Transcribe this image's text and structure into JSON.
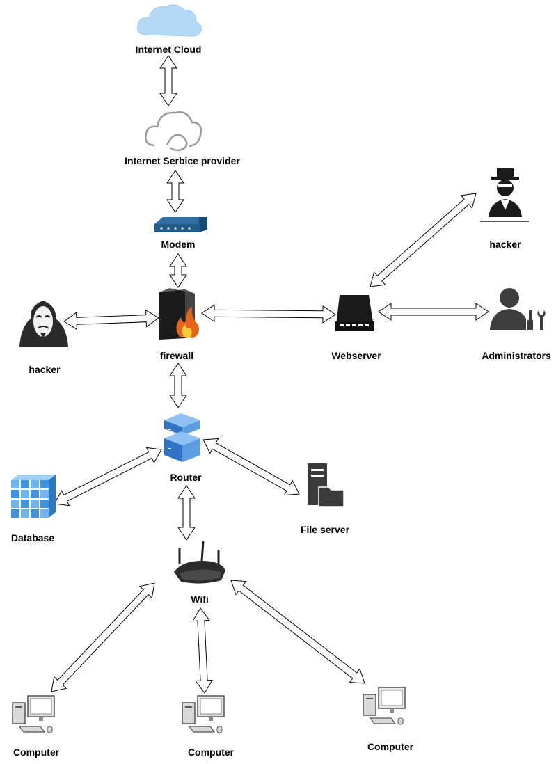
{
  "nodes": {
    "internet_cloud": {
      "label": "Internet Cloud",
      "icon": "cloud-icon"
    },
    "isp": {
      "label": "Internet Serbice provider",
      "icon": "cloud-outline-icon"
    },
    "modem": {
      "label": "Modem",
      "icon": "modem-icon"
    },
    "firewall": {
      "label": "firewall",
      "icon": "firewall-icon"
    },
    "hacker_left": {
      "label": "hacker",
      "icon": "anonymous-mask-icon"
    },
    "webserver": {
      "label": "Webserver",
      "icon": "server-icon"
    },
    "hacker_right": {
      "label": "hacker",
      "icon": "spy-icon"
    },
    "administrators": {
      "label": "Administrators",
      "icon": "admin-tools-icon"
    },
    "router": {
      "label": "Router",
      "icon": "router-icon"
    },
    "database": {
      "label": "Database",
      "icon": "database-cube-icon"
    },
    "file_server": {
      "label": "File server",
      "icon": "file-server-icon"
    },
    "wifi": {
      "label": "Wifi",
      "icon": "wifi-router-icon"
    },
    "computer_1": {
      "label": "Computer",
      "icon": "computer-icon"
    },
    "computer_2": {
      "label": "Computer",
      "icon": "computer-icon"
    },
    "computer_3": {
      "label": "Computer",
      "icon": "computer-icon"
    }
  },
  "connections": [
    {
      "from": "internet_cloud",
      "to": "isp"
    },
    {
      "from": "isp",
      "to": "modem"
    },
    {
      "from": "modem",
      "to": "firewall"
    },
    {
      "from": "hacker_left",
      "to": "firewall"
    },
    {
      "from": "firewall",
      "to": "webserver"
    },
    {
      "from": "webserver",
      "to": "hacker_right"
    },
    {
      "from": "webserver",
      "to": "administrators"
    },
    {
      "from": "firewall",
      "to": "router"
    },
    {
      "from": "router",
      "to": "database"
    },
    {
      "from": "router",
      "to": "file_server"
    },
    {
      "from": "router",
      "to": "wifi"
    },
    {
      "from": "wifi",
      "to": "computer_1"
    },
    {
      "from": "wifi",
      "to": "computer_2"
    },
    {
      "from": "wifi",
      "to": "computer_3"
    }
  ],
  "colors": {
    "cloud_fill": "#b3d9f7",
    "modem_fill": "#1f5a8a",
    "router_fill": "#3f88d6",
    "database_fill": "#4aa0e6",
    "icon_dark": "#333333",
    "arrow_stroke": "#000000",
    "arrow_fill": "#ffffff"
  }
}
